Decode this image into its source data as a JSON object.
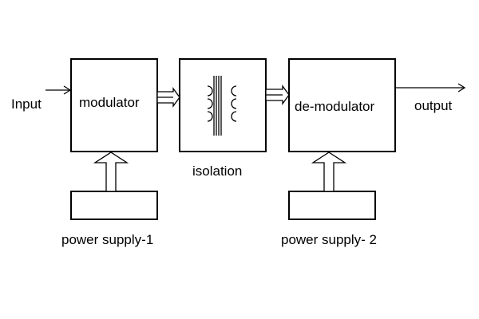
{
  "labels": {
    "input": "Input",
    "modulator": "modulator",
    "isolation": "isolation",
    "demodulator": "de-modulator",
    "output": "output",
    "power_supply_1": "power supply-1",
    "power_supply_2": "power supply- 2"
  },
  "colors": {
    "stroke": "#000000",
    "background": "#ffffff"
  }
}
